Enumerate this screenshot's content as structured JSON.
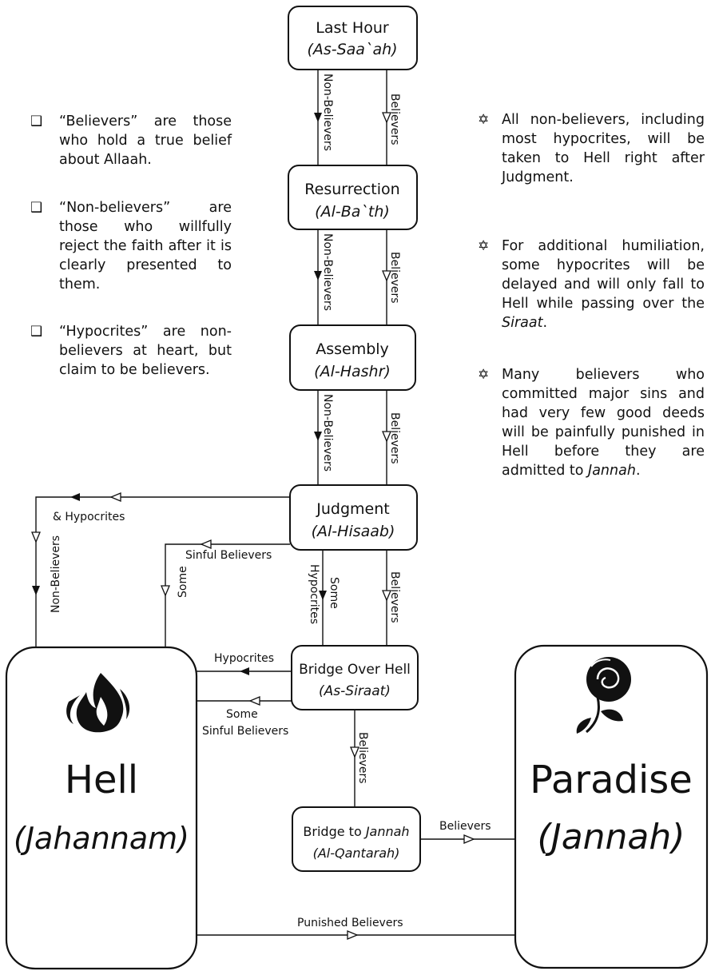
{
  "nodes": {
    "last_hour": {
      "title": "Last Hour",
      "subtitle": "(As-Saa`ah)"
    },
    "resurrection": {
      "title": "Resurrection",
      "subtitle": "(Al-Ba`th)"
    },
    "assembly": {
      "title": "Assembly",
      "subtitle": "(Al-Hashr)"
    },
    "judgment": {
      "title": "Judgment",
      "subtitle": "(Al-Hisaab)"
    },
    "bridge_hell": {
      "title": "Bridge Over Hell",
      "subtitle": "(As-Siraat)"
    },
    "bridge_jannah": {
      "title_plain": "Bridge to ",
      "title_italic": "Jannah",
      "subtitle": "(Al-Qantarah)"
    },
    "hell": {
      "title": "Hell",
      "subtitle": "(Jahannam)"
    },
    "paradise": {
      "title": "Paradise",
      "subtitle": "(Jannah)"
    }
  },
  "edge_labels": {
    "non_believers": "Non-Believers",
    "believers": "Believers",
    "and_hypocrites": "& Hypocrites",
    "sinful_believers": "Sinful Believers",
    "some": "Some",
    "some_hypocrites_1": "Some",
    "some_hypocrites_2": "Hypocrites",
    "hypocrites": "Hypocrites",
    "some_sinful_1": "Some",
    "some_sinful_2": "Sinful Believers",
    "punished_believers": "Punished Believers"
  },
  "definitions": [
    {
      "text": "“Believers” are those who hold a true belief about Allaah."
    },
    {
      "text": "“Non-believers” are those who willfully reject the faith after it is clearly presented to them."
    },
    {
      "text": "“Hypocrites” are non-believers at heart, but claim to be believers."
    }
  ],
  "notes": [
    {
      "text": "All non-believers, including most hypocrites, will be taken to Hell right after Judgment."
    },
    {
      "text": "For additional humiliation, some hypocrites will be delayed and will only fall to Hell while passing over the ",
      "italic": "Siraat",
      "tail": "."
    },
    {
      "text": "Many believers who committed major sins and had very few good deeds will be painfully punished in Hell before they are admitted to ",
      "italic": "Jannah",
      "tail": "."
    }
  ],
  "icons": {
    "definition_bullet": "checkbox-icon",
    "note_bullet": "star-icon",
    "hell": "flame-icon",
    "paradise": "rose-icon"
  }
}
